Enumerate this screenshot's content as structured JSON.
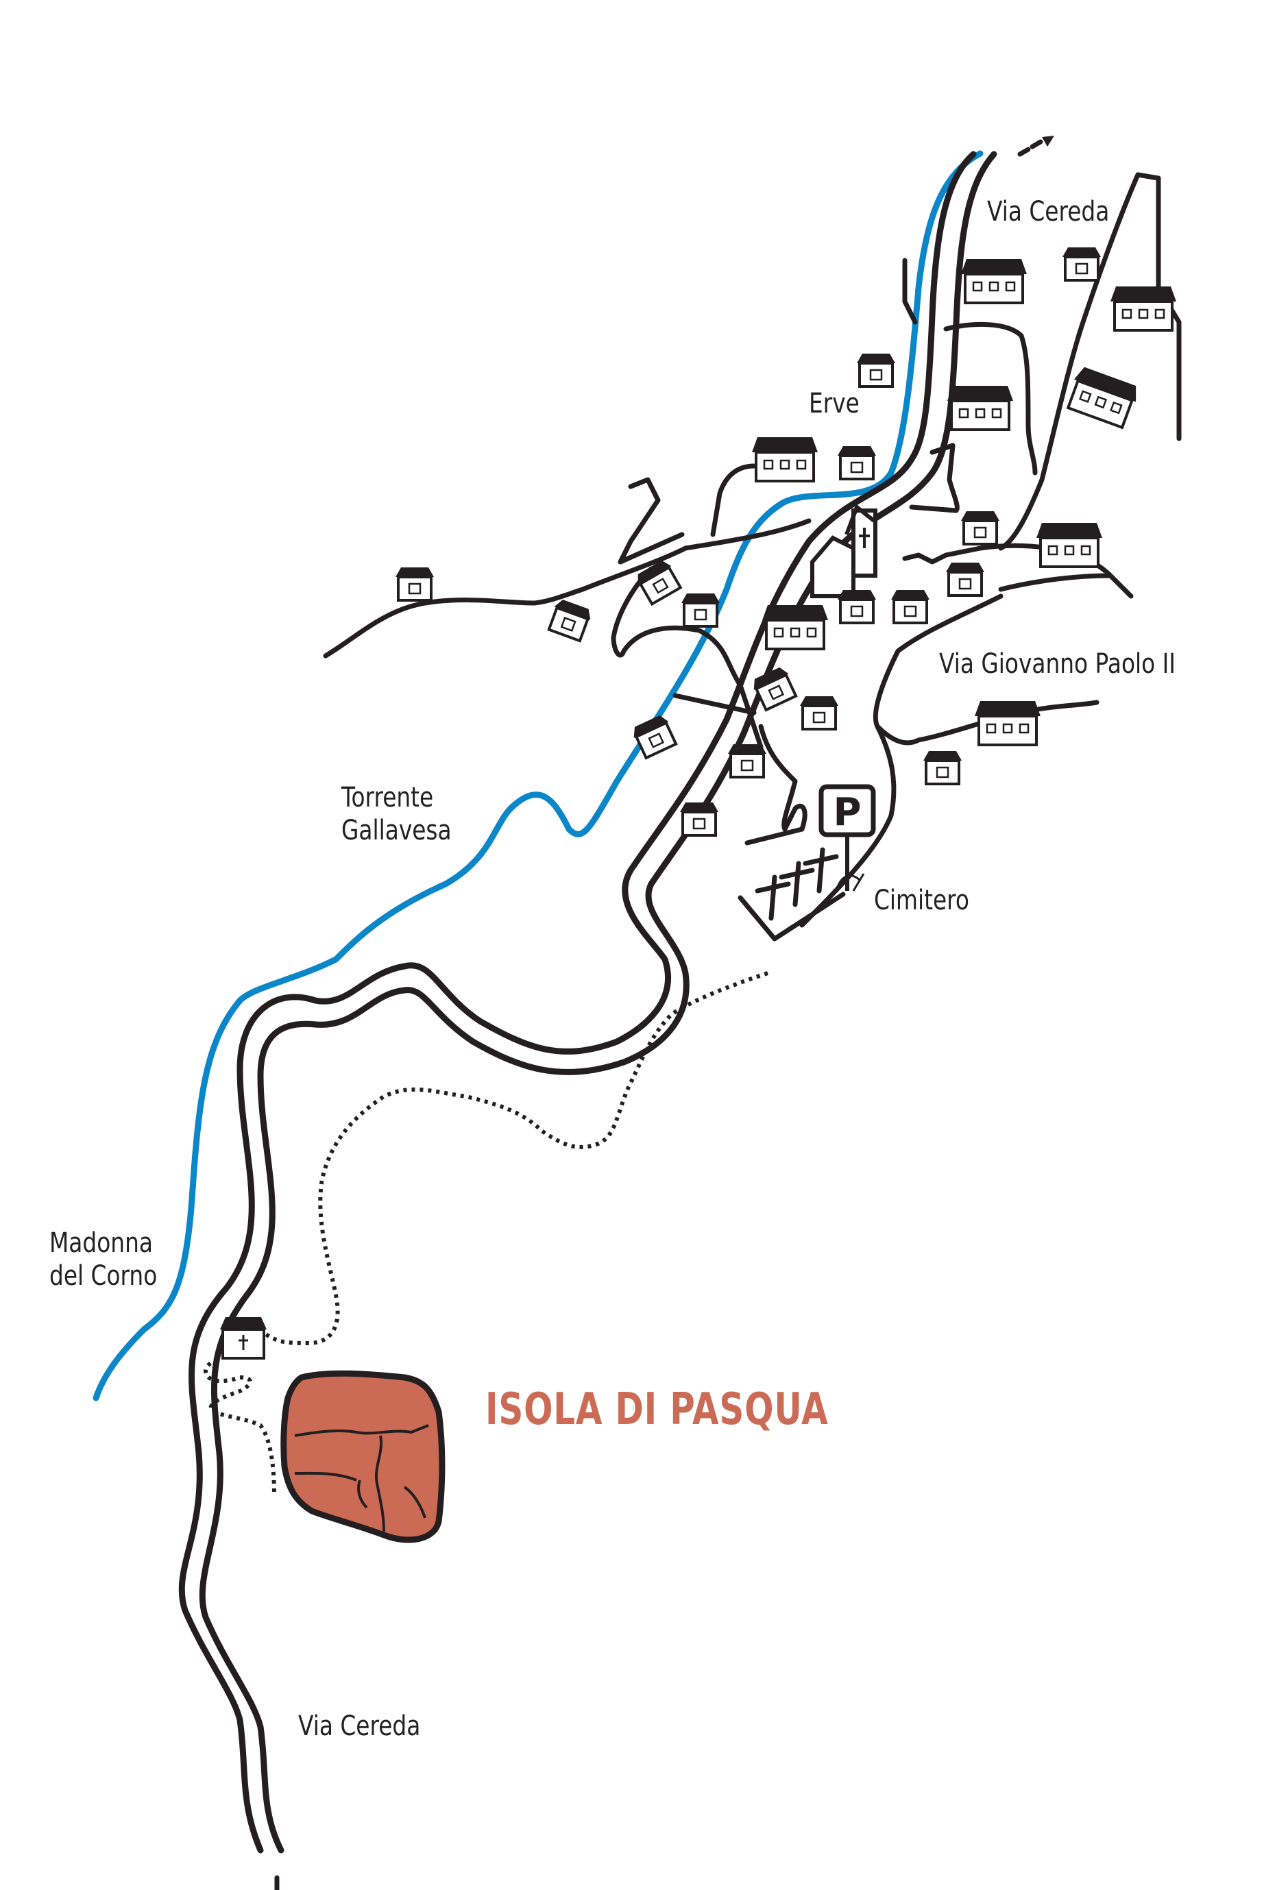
{
  "labels": {
    "via_cereda_top": "Via Cereda",
    "erve": "Erve",
    "via_giovanno": "Via Giovanno Paolo II",
    "torrente_line1": "Torrente",
    "torrente_line2": "Gallavesa",
    "cimitero": "Cimitero",
    "madonna_line1": "Madonna",
    "madonna_line2": "del Corno",
    "via_cereda_bottom": "Via Cereda"
  },
  "highlight": {
    "title": "ISOLA DI PASQUA",
    "color": "#cb6b55"
  },
  "parking": {
    "letter": "P"
  },
  "colors": {
    "river": "#0a86c9",
    "road": "#231f20",
    "rock": "#cb6b55"
  },
  "icons": [
    "house-icon",
    "church-icon",
    "chapel-icon",
    "parking-sign-icon",
    "cemetery-cross-icon",
    "north-arrow-icon",
    "rock-icon"
  ]
}
